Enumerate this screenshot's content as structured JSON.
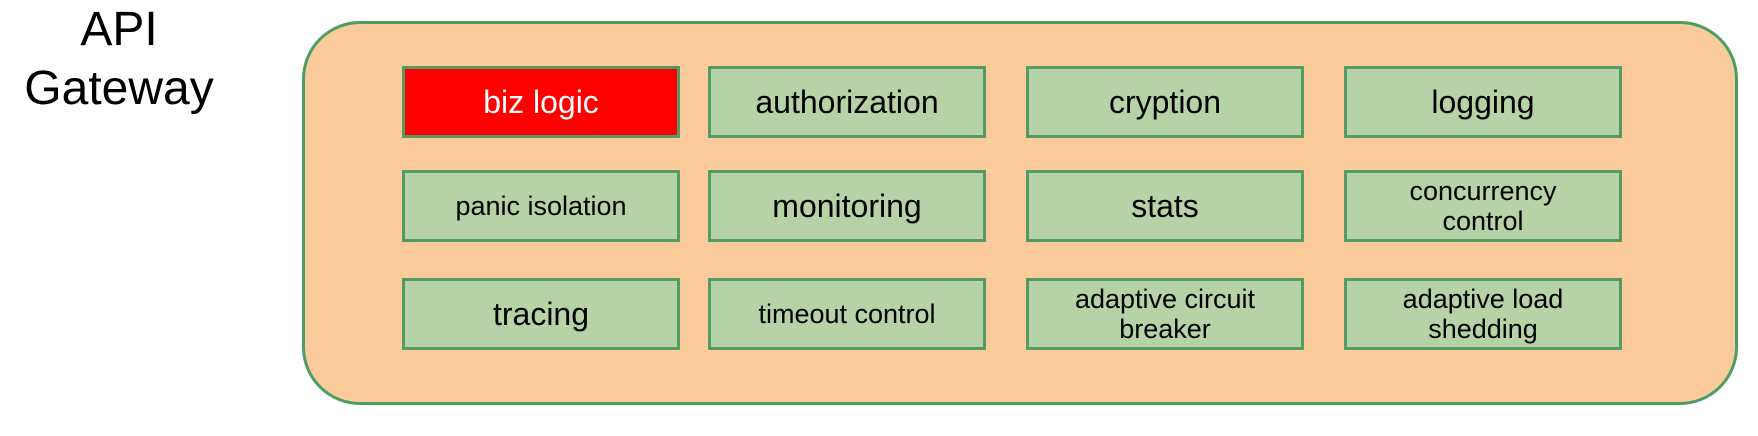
{
  "diagram": {
    "label": {
      "line1": "API",
      "line2": "Gateway"
    },
    "boxes": [
      {
        "label": "biz logic",
        "highlighted": true
      },
      {
        "label": "authorization",
        "highlighted": false
      },
      {
        "label": "cryption",
        "highlighted": false
      },
      {
        "label": "logging",
        "highlighted": false
      },
      {
        "label": "panic isolation",
        "highlighted": false
      },
      {
        "label": "monitoring",
        "highlighted": false
      },
      {
        "label": "stats",
        "highlighted": false
      },
      {
        "label": "concurrency\ncontrol",
        "highlighted": false
      },
      {
        "label": "tracing",
        "highlighted": false
      },
      {
        "label": "timeout control",
        "highlighted": false
      },
      {
        "label": "adaptive circuit\nbreaker",
        "highlighted": false
      },
      {
        "label": "adaptive load\nshedding",
        "highlighted": false
      }
    ],
    "colors": {
      "container_fill": "#FBCB9B",
      "border_green": "#4C9E62",
      "cell_fill": "#B5D3A6",
      "cell_border": "#549B63",
      "highlight_fill": "#FF0000",
      "highlight_text": "#FFFFFF",
      "text": "#000000"
    }
  }
}
